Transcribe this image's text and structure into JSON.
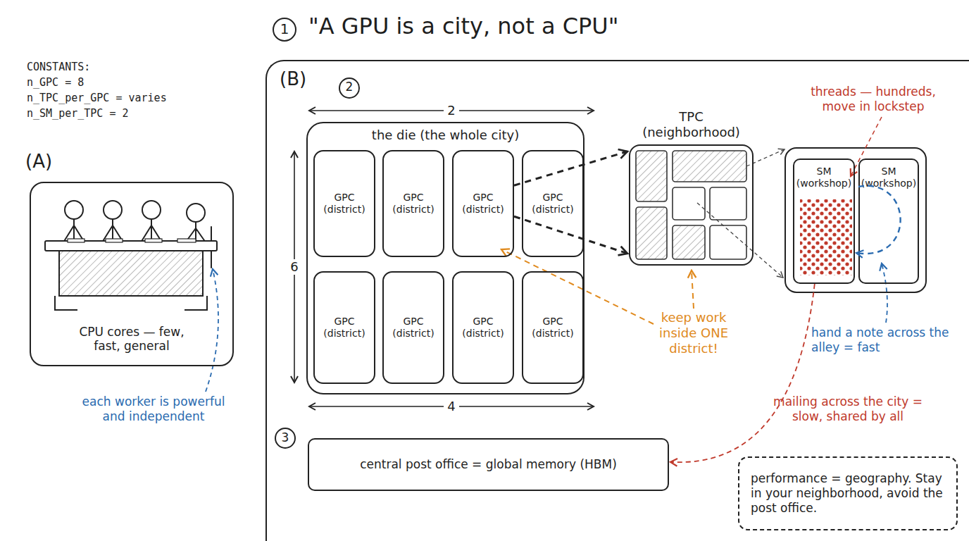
{
  "diagram": {
    "title": "\"A GPU is a city, not a CPU\"",
    "nodes": [
      {
        "text": [
          "CPU cores — few, fast, general"
        ]
      },
      {
        "text": [
          "(B)"
        ]
      },
      {
        "text": [
          "the die (the whole city)"
        ],
        "in": 1
      },
      {
        "text": [
          "GPC (district)"
        ],
        "in": 2
      },
      {
        "text": [
          "GPC (district)"
        ],
        "in": 2
      },
      {
        "text": [
          "GPC (district)"
        ],
        "in": 2
      },
      {
        "text": [
          "GPC (district)"
        ],
        "in": 2
      },
      {
        "text": [
          "GPC (district)"
        ],
        "in": 2
      },
      {
        "text": [
          "GPC (district)"
        ],
        "in": 2
      },
      {
        "text": [
          "GPC (district)"
        ],
        "in": 2
      },
      {
        "text": [
          "GPC (district)"
        ],
        "in": 2
      },
      {
        "text": [
          "TPC (neighborhood)"
        ],
        "in": 1
      },
      {
        "text": [
          "SM (workshop)"
        ],
        "in": 1
      },
      {
        "text": [
          "SM (workshop)"
        ],
        "in": 1
      },
      {
        "text": [
          "central post office = global memory (HBM)"
        ],
        "in": 1
      },
      {
        "text": [
          "performance = geography. Stay in your neighborhood, avoid the post office."
        ],
        "in": 1
      }
    ],
    "edges": [
      {
        "from": 5,
        "to": 11,
        "arrow": "to"
      },
      {
        "from": 5,
        "to": 11,
        "arrow": "to"
      },
      {
        "from": 13,
        "to": 12,
        "arrow": "to"
      },
      {
        "from": 12,
        "to": 14,
        "arrow": "to"
      }
    ],
    "labels": [
      "1",
      "2",
      "3",
      "CONSTANTS:",
      "n_GPC = 8",
      "n_TPC_per_GPC = varies",
      "n_SM_per_TPC = 2",
      "(A)",
      "each worker is powerful and independent",
      "2",
      "6",
      "4",
      "threads — hundreds, move in lockstep",
      "keep work inside ONE district!",
      "hand a note across the alley = fast",
      "mailing across the city = slow, shared by all"
    ]
  }
}
